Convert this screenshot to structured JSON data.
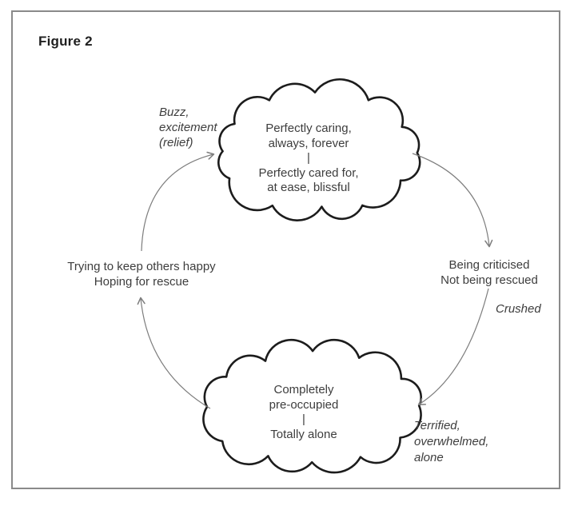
{
  "figure": {
    "title": "Figure 2"
  },
  "diagram": {
    "top_cloud": {
      "lines": [
        "Perfectly caring,",
        "always, forever",
        "|",
        "Perfectly cared for,",
        "at ease, blissful"
      ]
    },
    "bottom_cloud": {
      "lines": [
        "Completely",
        "pre-occupied",
        "|",
        "Totally alone"
      ]
    },
    "labels": {
      "buzz": {
        "lines": [
          "Buzz,",
          "excitement",
          "(relief)"
        ]
      },
      "being_criticised": {
        "lines": [
          "Being criticised",
          "Not being rescued"
        ]
      },
      "crushed": {
        "text": "Crushed"
      },
      "trying": {
        "lines": [
          "Trying to keep others happy",
          "Hoping for rescue"
        ]
      },
      "terrified": {
        "lines": [
          "Terrified,",
          "overwhelmed,",
          "alone"
        ]
      }
    },
    "colors": {
      "cloud_outline": "#1c1c1c",
      "arrow": "#7d7d7d",
      "text": "#3d3d3d",
      "frame_border": "#8a8a8a",
      "background": "#ffffff"
    }
  }
}
